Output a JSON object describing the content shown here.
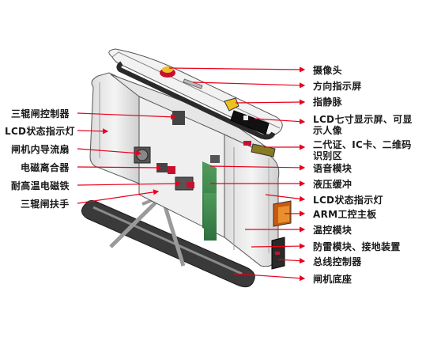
{
  "diagram": {
    "accent_color": "#e8001c",
    "right_labels": [
      "摄像头",
      "方向指示屏",
      "指静脉",
      "LCD七寸显示屏、可显",
      "示人像",
      "二代证、IC卡、二维码",
      "识别区",
      "语音模块",
      "液压缓冲",
      "LCD状态指示灯",
      "ARM工控主板",
      "温控模块",
      "防雷模块、接地装置",
      "总线控制器",
      "闸机底座"
    ],
    "left_labels": [
      "三辊闸控制器",
      "LCD状态指示灯",
      "闸机内导流扇",
      "电磁离合器",
      "耐高温电磁铁",
      "三辊闸扶手"
    ]
  }
}
